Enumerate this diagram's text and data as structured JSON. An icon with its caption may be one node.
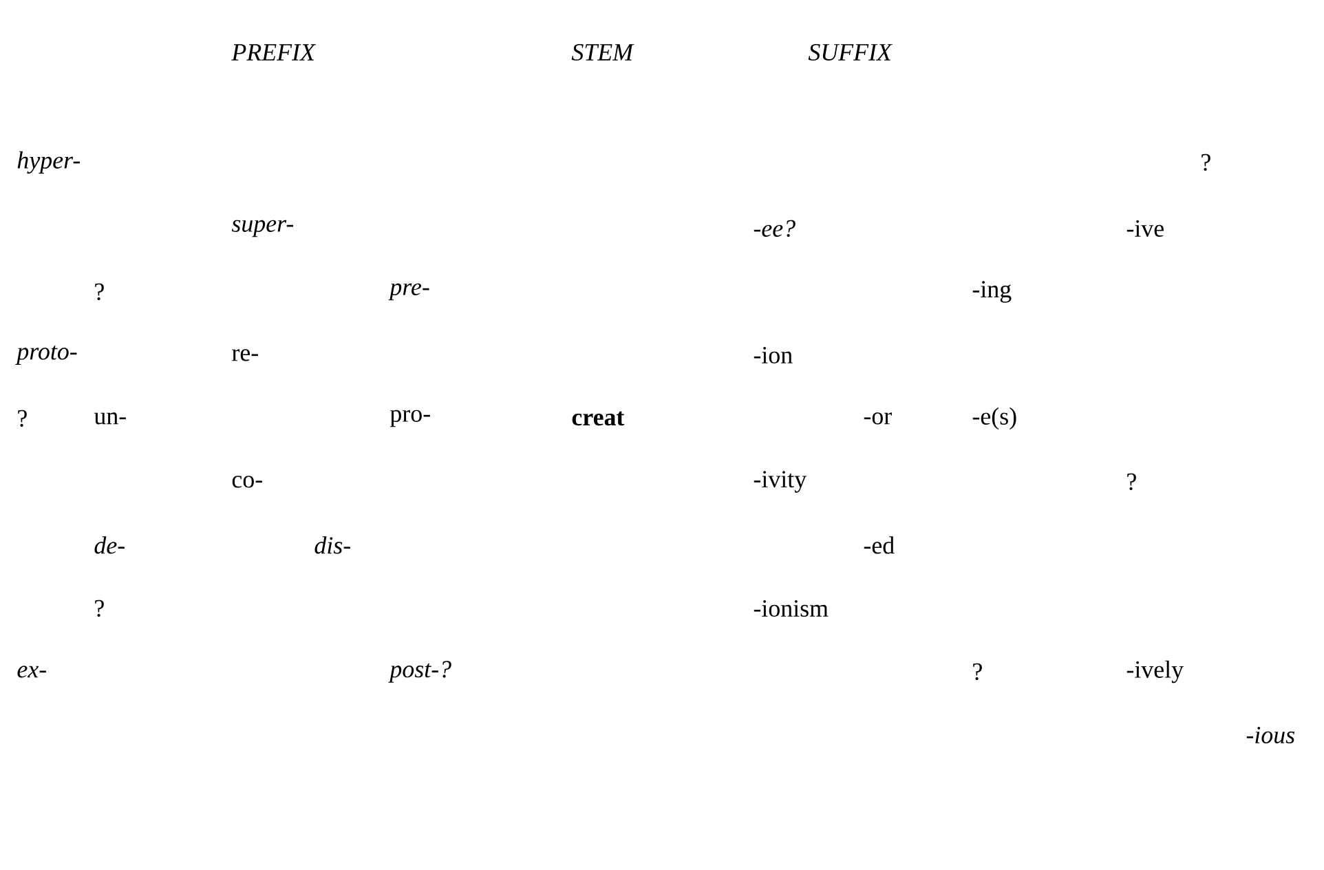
{
  "diagram": {
    "labels": [
      "PREFIX",
      "STEM",
      "SUFFIX",
      "hyper-",
      "?",
      "super-",
      "-ee?",
      "-ive",
      "?",
      "pre-",
      "-ing",
      "proto-",
      "re-",
      "-ion",
      "?",
      "un-",
      "pro-",
      "creat",
      "-or",
      "-e(s)",
      "co-",
      "-ivity",
      "?",
      "de-",
      "dis-",
      "-ed",
      "?",
      "-ionism",
      "ex-",
      "post-?",
      "?",
      "-ively",
      "-ious"
    ]
  }
}
